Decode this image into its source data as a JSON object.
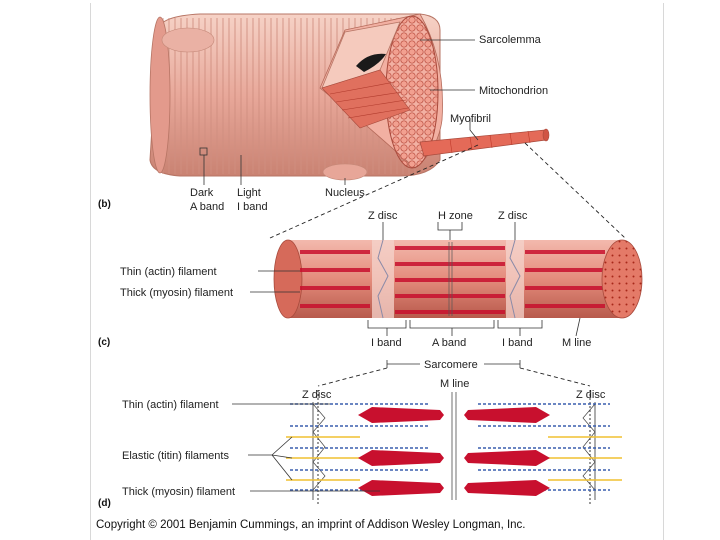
{
  "labels": {
    "sarcolemma": "Sarcolemma",
    "mitochondrion": "Mitochondrion",
    "myofibril": "Myofibril",
    "dark_a_band_1": "Dark",
    "dark_a_band_2": "A band",
    "light_i_band_1": "Light",
    "light_i_band_2": "I band",
    "nucleus": "Nucleus",
    "panel_b": "(b)",
    "z_disc_c_left": "Z disc",
    "h_zone": "H zone",
    "z_disc_c_right": "Z disc",
    "thin_c": "Thin (actin) filament",
    "thick_c": "Thick (myosin) filament",
    "panel_c": "(c)",
    "i_band_left": "I band",
    "a_band": "A band",
    "i_band_right": "I band",
    "m_line_c": "M line",
    "sarcomere": "Sarcomere",
    "m_line_d": "M line",
    "z_disc_d_left": "Z disc",
    "z_disc_d_right": "Z disc",
    "thin_d": "Thin (actin) filament",
    "elastic_d": "Elastic (titin) filaments",
    "thick_d": "Thick (myosin) filament",
    "panel_d": "(d)"
  },
  "copyright": "Copyright © 2001 Benjamin Cummings, an imprint of Addison Wesley Longman, Inc.",
  "colors": {
    "fiber": "#e8a89a",
    "fiber_dark": "#c97a6c",
    "myofibril": "#e05a4a",
    "thick": "#c8102e",
    "thin": "#3a5fae",
    "titin": "#f0c030"
  }
}
